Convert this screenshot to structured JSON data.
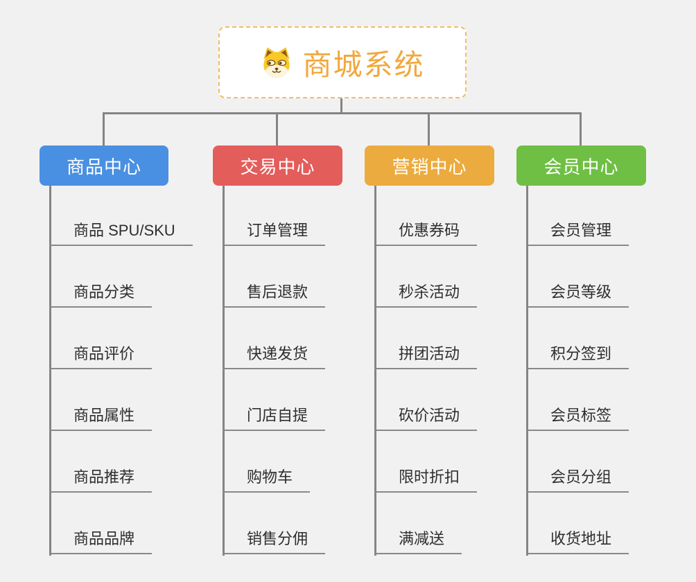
{
  "canvas": {
    "background_color": "#f2f1f1",
    "connector_color": "#848484"
  },
  "root": {
    "label": "商城系统",
    "icon": "dog-face-icon",
    "text_color": "#f1a83e",
    "border_color": "#f3bc5f"
  },
  "branches": [
    {
      "label": "商品中心",
      "color": "#4a90e2",
      "items": [
        "商品 SPU/SKU",
        "商品分类",
        "商品评价",
        "商品属性",
        "商品推荐",
        "商品品牌"
      ]
    },
    {
      "label": "交易中心",
      "color": "#e35d5b",
      "items": [
        "订单管理",
        "售后退款",
        "快递发货",
        "门店自提",
        "购物车",
        "销售分佣"
      ]
    },
    {
      "label": "营销中心",
      "color": "#ecab3e",
      "items": [
        "优惠券码",
        "秒杀活动",
        "拼团活动",
        "砍价活动",
        "限时折扣",
        "满减送"
      ]
    },
    {
      "label": "会员中心",
      "color": "#6fbf44",
      "items": [
        "会员管理",
        "会员等级",
        "积分签到",
        "会员标签",
        "会员分组",
        "收货地址"
      ]
    }
  ]
}
